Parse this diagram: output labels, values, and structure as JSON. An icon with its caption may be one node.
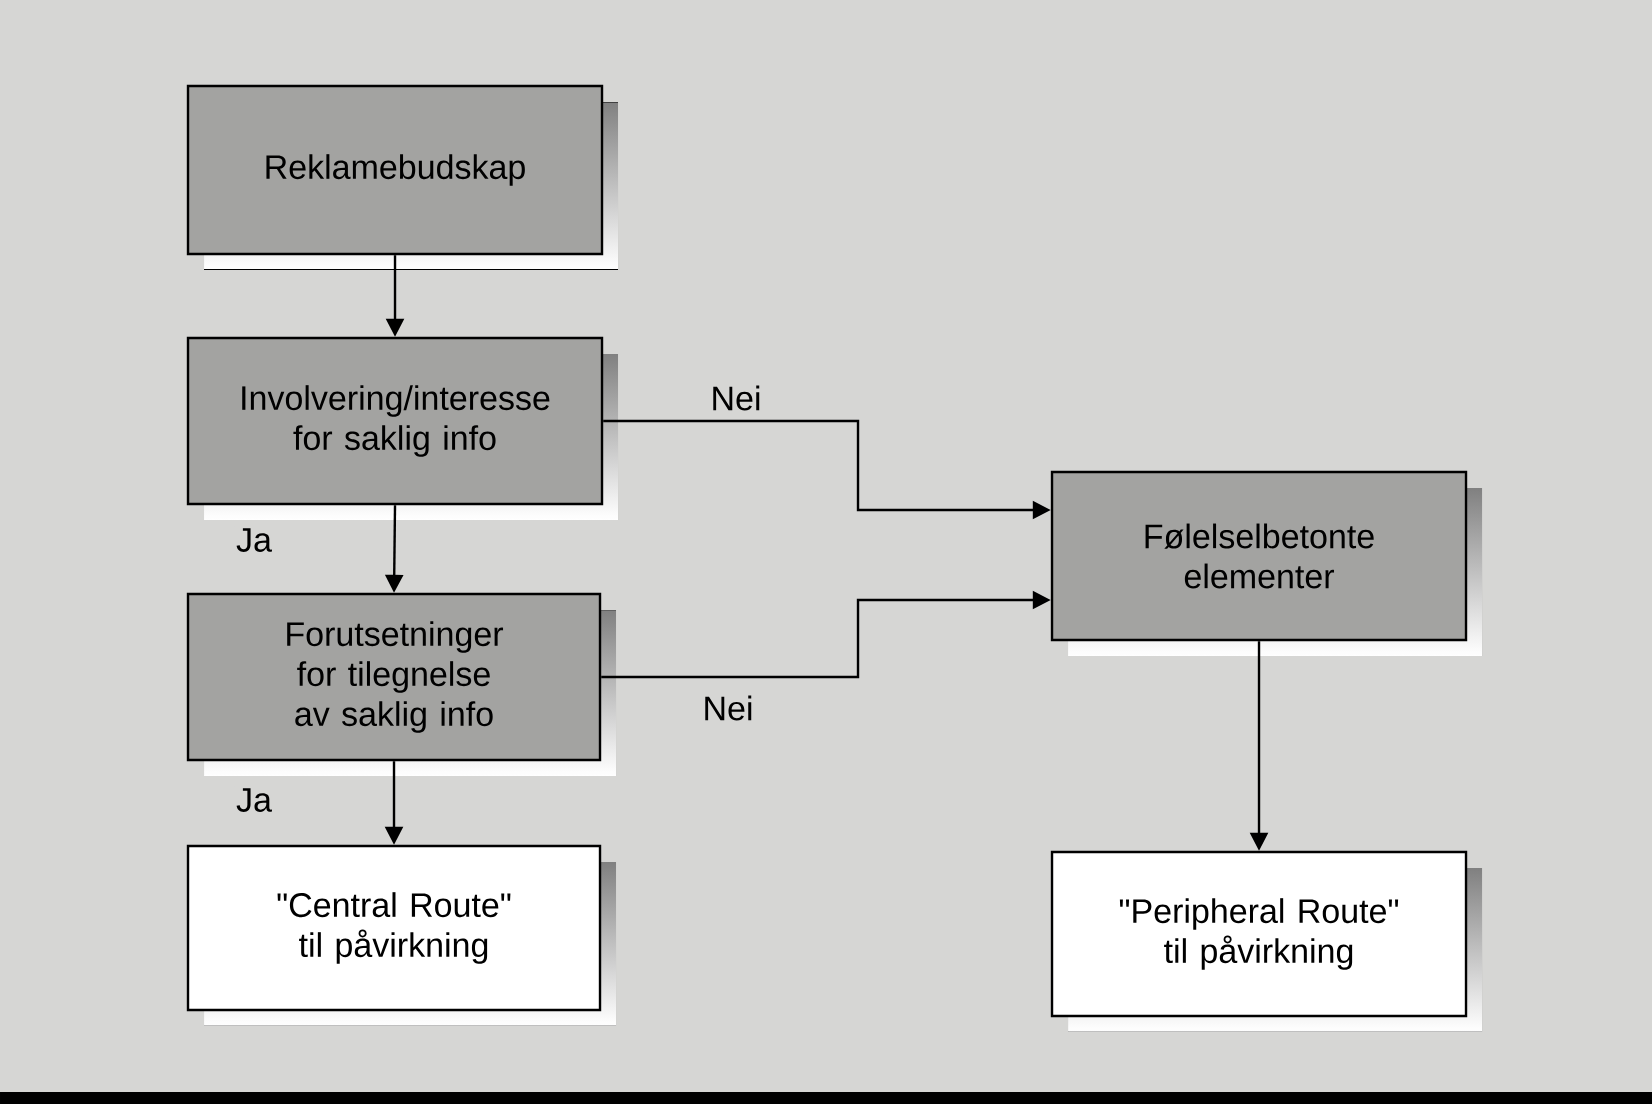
{
  "diagram": {
    "nodes": [
      {
        "text": [
          "Reklamebudskap"
        ]
      },
      {
        "text": [
          "Involvering/interesse for saklig info"
        ]
      },
      {
        "text": [
          "Forutsetninger for tilegnelse av saklig info"
        ]
      },
      {
        "text": [
          "\"Central Route\" til påvirkning"
        ]
      },
      {
        "text": [
          "Følelselbetonte elementer"
        ]
      },
      {
        "text": [
          "\"Peripheral Route\" til påvirkning"
        ]
      }
    ],
    "edges": [
      {
        "from": 0,
        "to": 1,
        "arrow": "to"
      },
      {
        "from": 1,
        "to": 2,
        "arrow": "to",
        "label": "Ja"
      },
      {
        "from": 2,
        "to": 3,
        "arrow": "to",
        "label": "Ja"
      },
      {
        "from": 1,
        "to": 4,
        "arrow": "to",
        "label": "Nei"
      },
      {
        "from": 2,
        "to": 4,
        "arrow": "to",
        "label": "Nei"
      },
      {
        "from": 4,
        "to": 5,
        "arrow": "to"
      }
    ]
  }
}
